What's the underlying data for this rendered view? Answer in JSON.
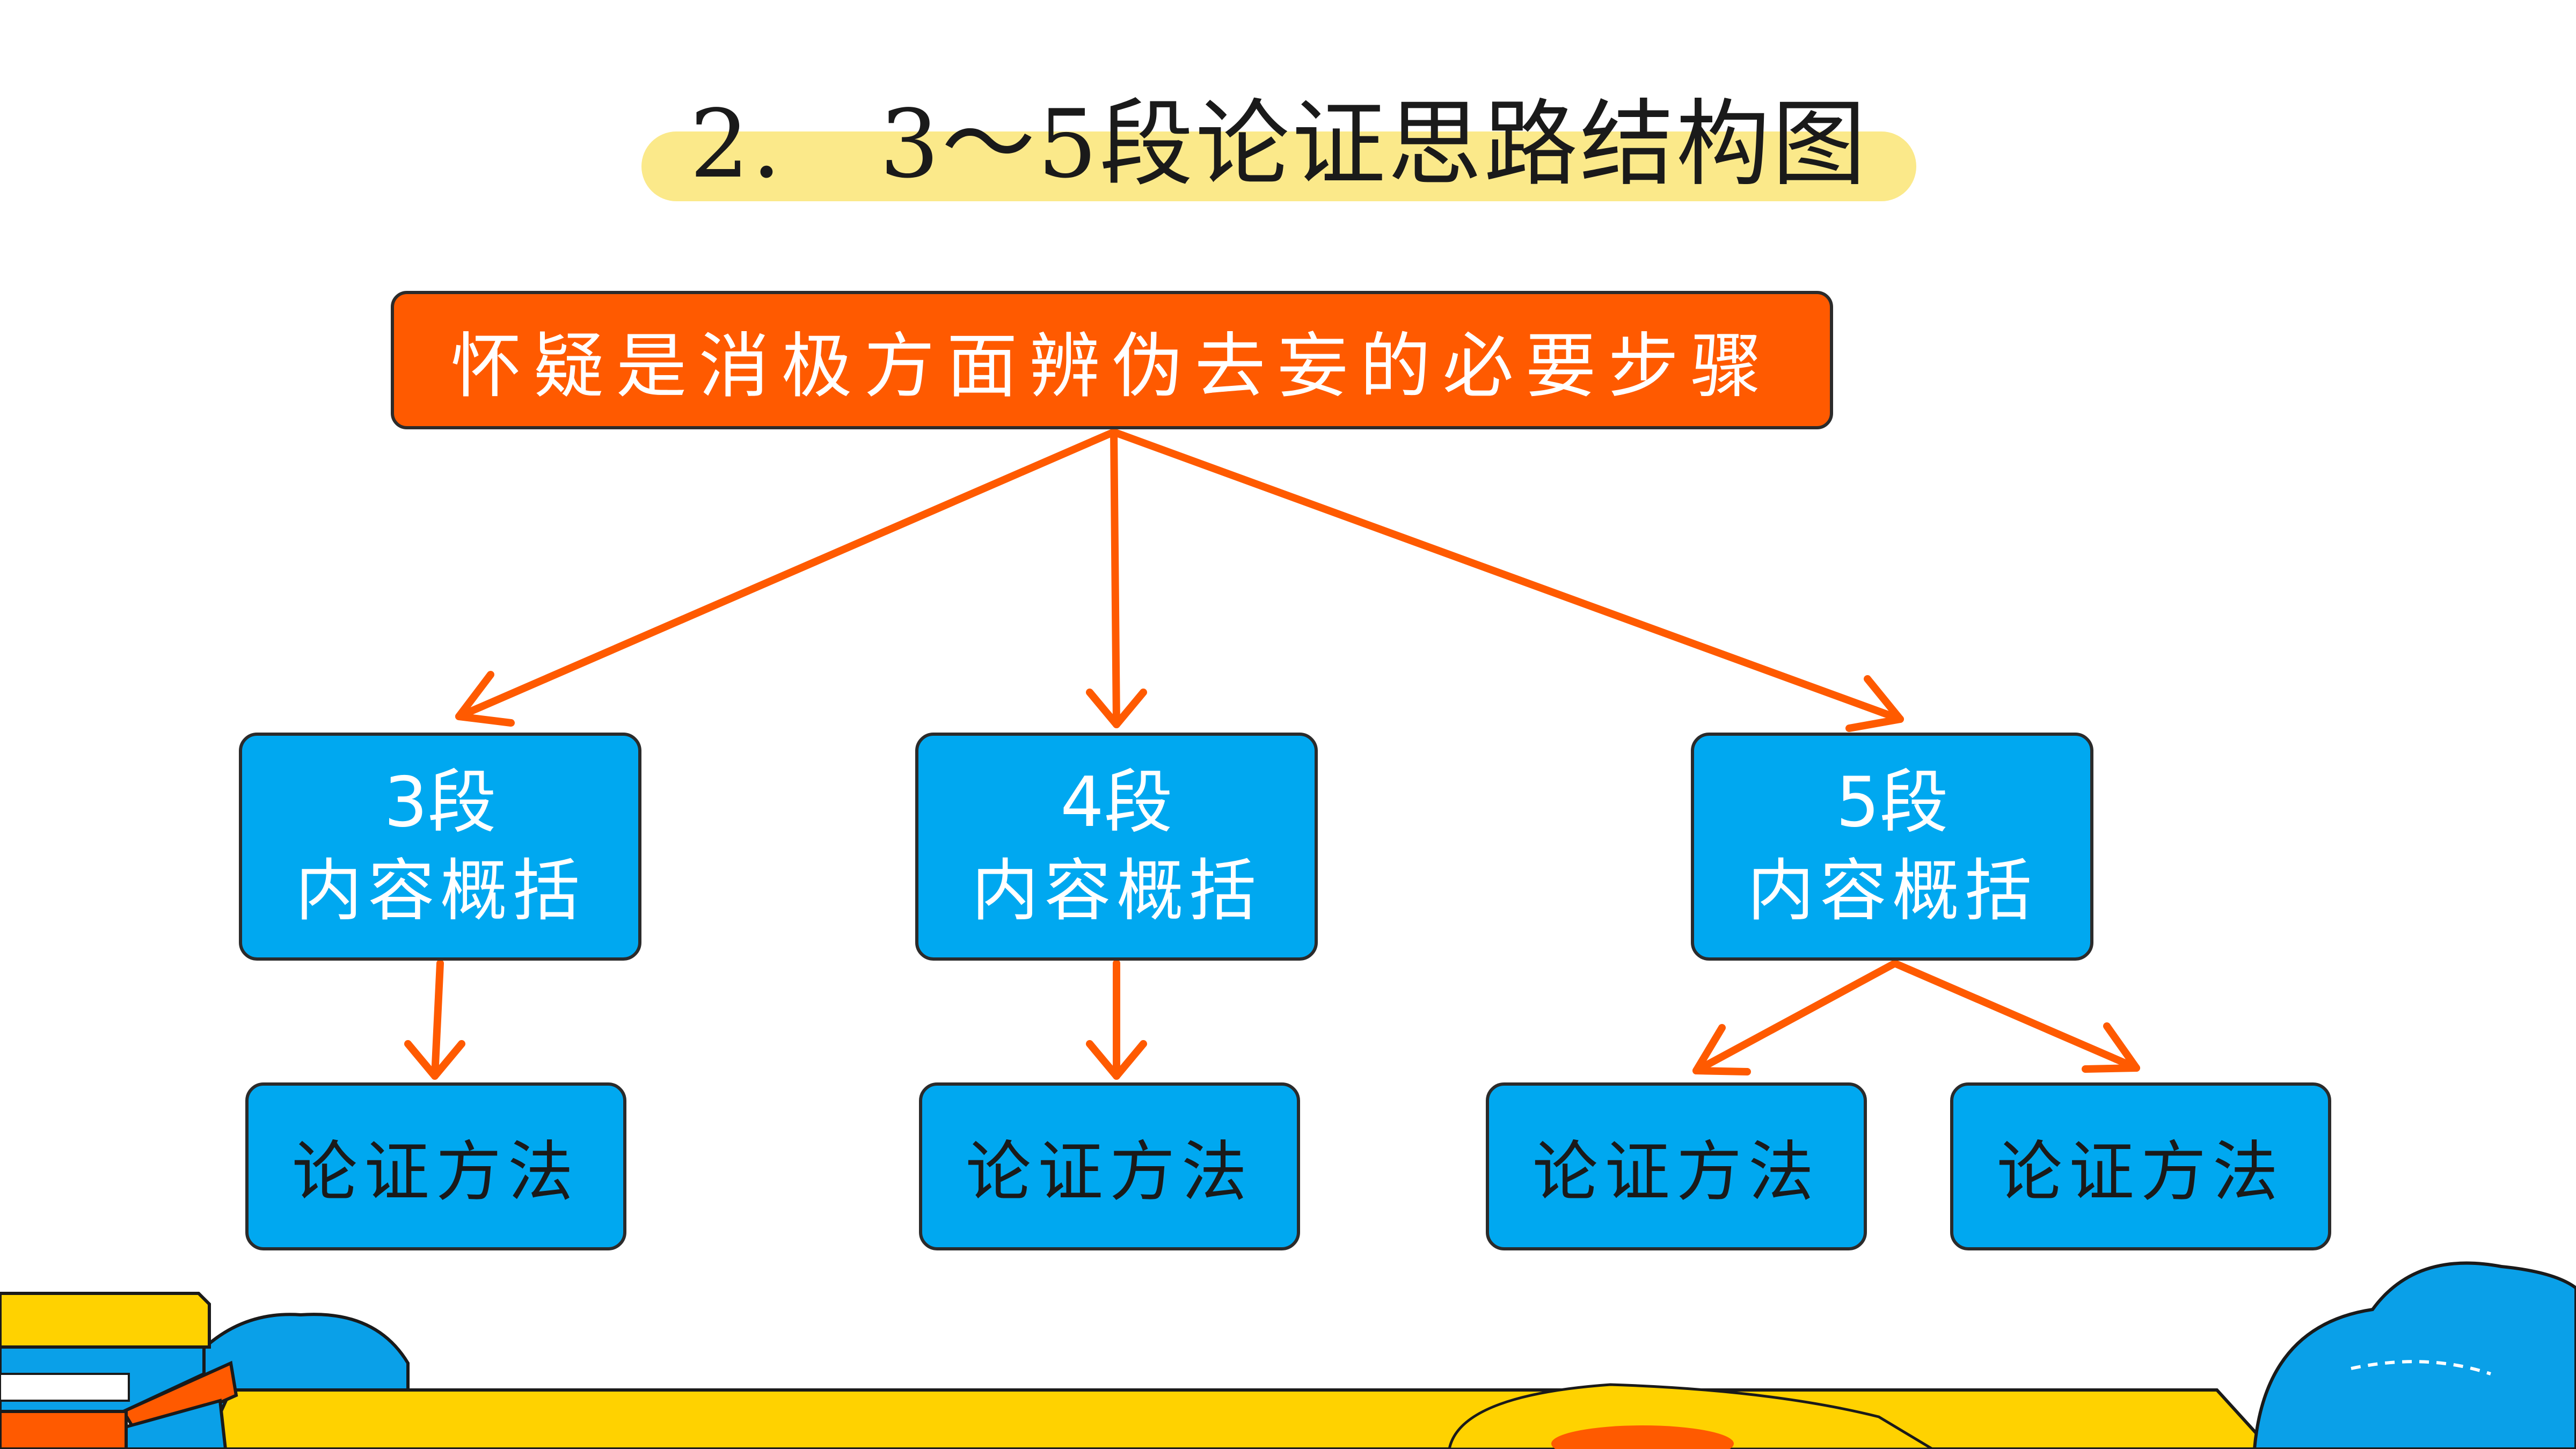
{
  "title": "2.   3～5段论证思路结构图",
  "root": {
    "label": "怀疑是消极方面辨伪去妄的必要步骤"
  },
  "sections": [
    {
      "segment": "3段",
      "summary": "内容概括"
    },
    {
      "segment": "4段",
      "summary": "内容概括"
    },
    {
      "segment": "5段",
      "summary": "内容概括"
    }
  ],
  "leaves": [
    {
      "label": "论证方法"
    },
    {
      "label": "论证方法"
    },
    {
      "label": "论证方法"
    },
    {
      "label": "论证方法"
    }
  ],
  "colors": {
    "title_highlight": "#fbe98a",
    "root_fill": "#ff5a00",
    "node_fill": "#00a8f0",
    "arrow": "#ff5a00",
    "border": "#2b2b2b",
    "decor_yellow": "#ffd200",
    "decor_blue": "#0aa0e8",
    "decor_orange": "#ff5a00"
  }
}
